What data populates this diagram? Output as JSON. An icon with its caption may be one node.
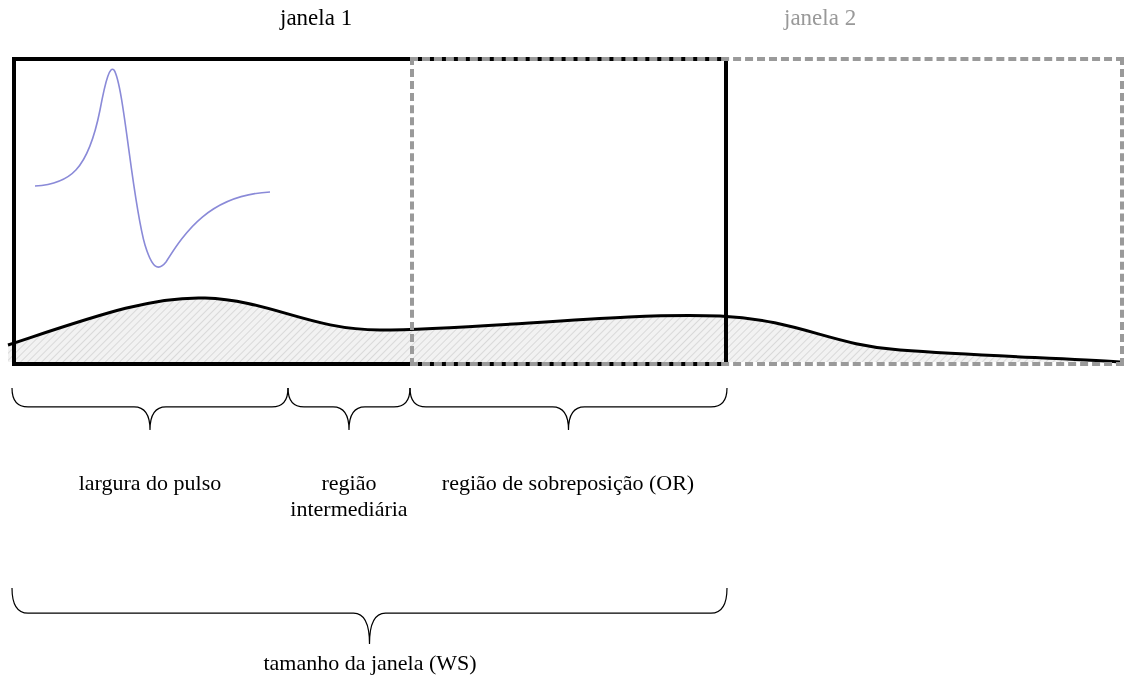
{
  "diagram": {
    "nodes": [
      {
        "text": [
          "janela 1"
        ]
      },
      {
        "text": [
          "janela 2"
        ]
      }
    ],
    "labels": [
      "largura do pulso",
      "região intermediária",
      "região de sobreposição (OR)",
      "tamanho da janela (WS)"
    ]
  }
}
